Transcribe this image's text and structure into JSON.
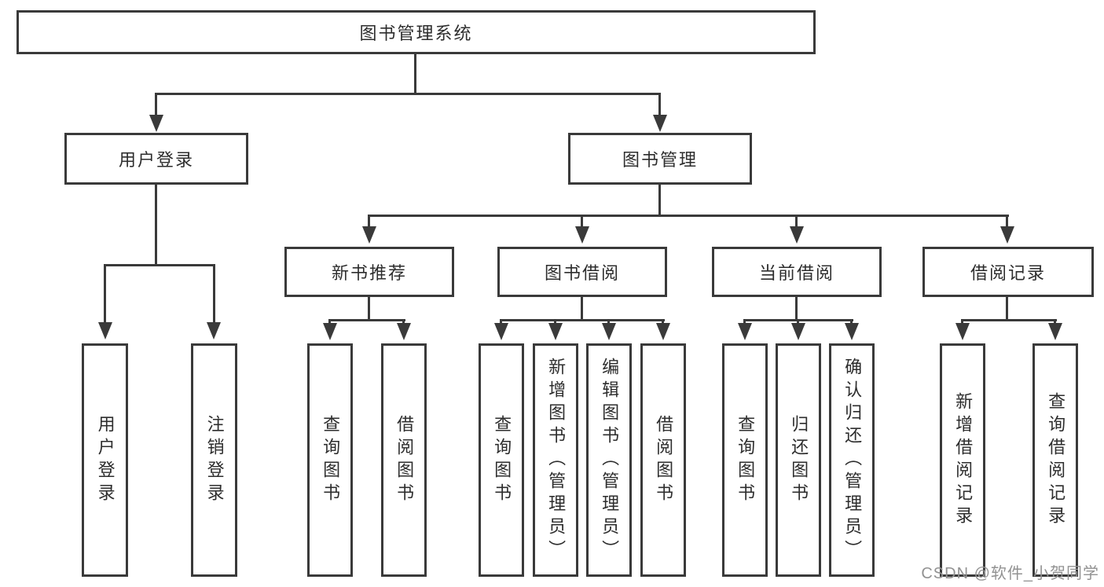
{
  "diagram": {
    "root": {
      "label": "图书管理系统"
    },
    "level2": [
      {
        "label": "用户登录"
      },
      {
        "label": "图书管理"
      }
    ],
    "level3": [
      {
        "label": "新书推荐"
      },
      {
        "label": "图书借阅"
      },
      {
        "label": "当前借阅"
      },
      {
        "label": "借阅记录"
      }
    ],
    "leaves": {
      "user_login": [
        {
          "label": "用户登录"
        },
        {
          "label": "注销登录"
        }
      ],
      "new_book_recommend": [
        {
          "label": "查询图书"
        },
        {
          "label": "借阅图书"
        }
      ],
      "book_borrow": [
        {
          "label": "查询图书"
        },
        {
          "label": "新增图书（管理员）"
        },
        {
          "label": "编辑图书（管理员）"
        },
        {
          "label": "借阅图书"
        }
      ],
      "current_borrow": [
        {
          "label": "查询图书"
        },
        {
          "label": "归还图书"
        },
        {
          "label": "确认归还（管理员）"
        }
      ],
      "borrow_records": [
        {
          "label": "新增借阅记录"
        },
        {
          "label": "查询借阅记录"
        }
      ]
    },
    "colors": {
      "line": "#3a3a3a",
      "text": "#2d2d2d",
      "background": "#ffffff",
      "watermark": "#929292"
    }
  },
  "watermark": {
    "text": "CSDN @软件_小贺同学"
  }
}
